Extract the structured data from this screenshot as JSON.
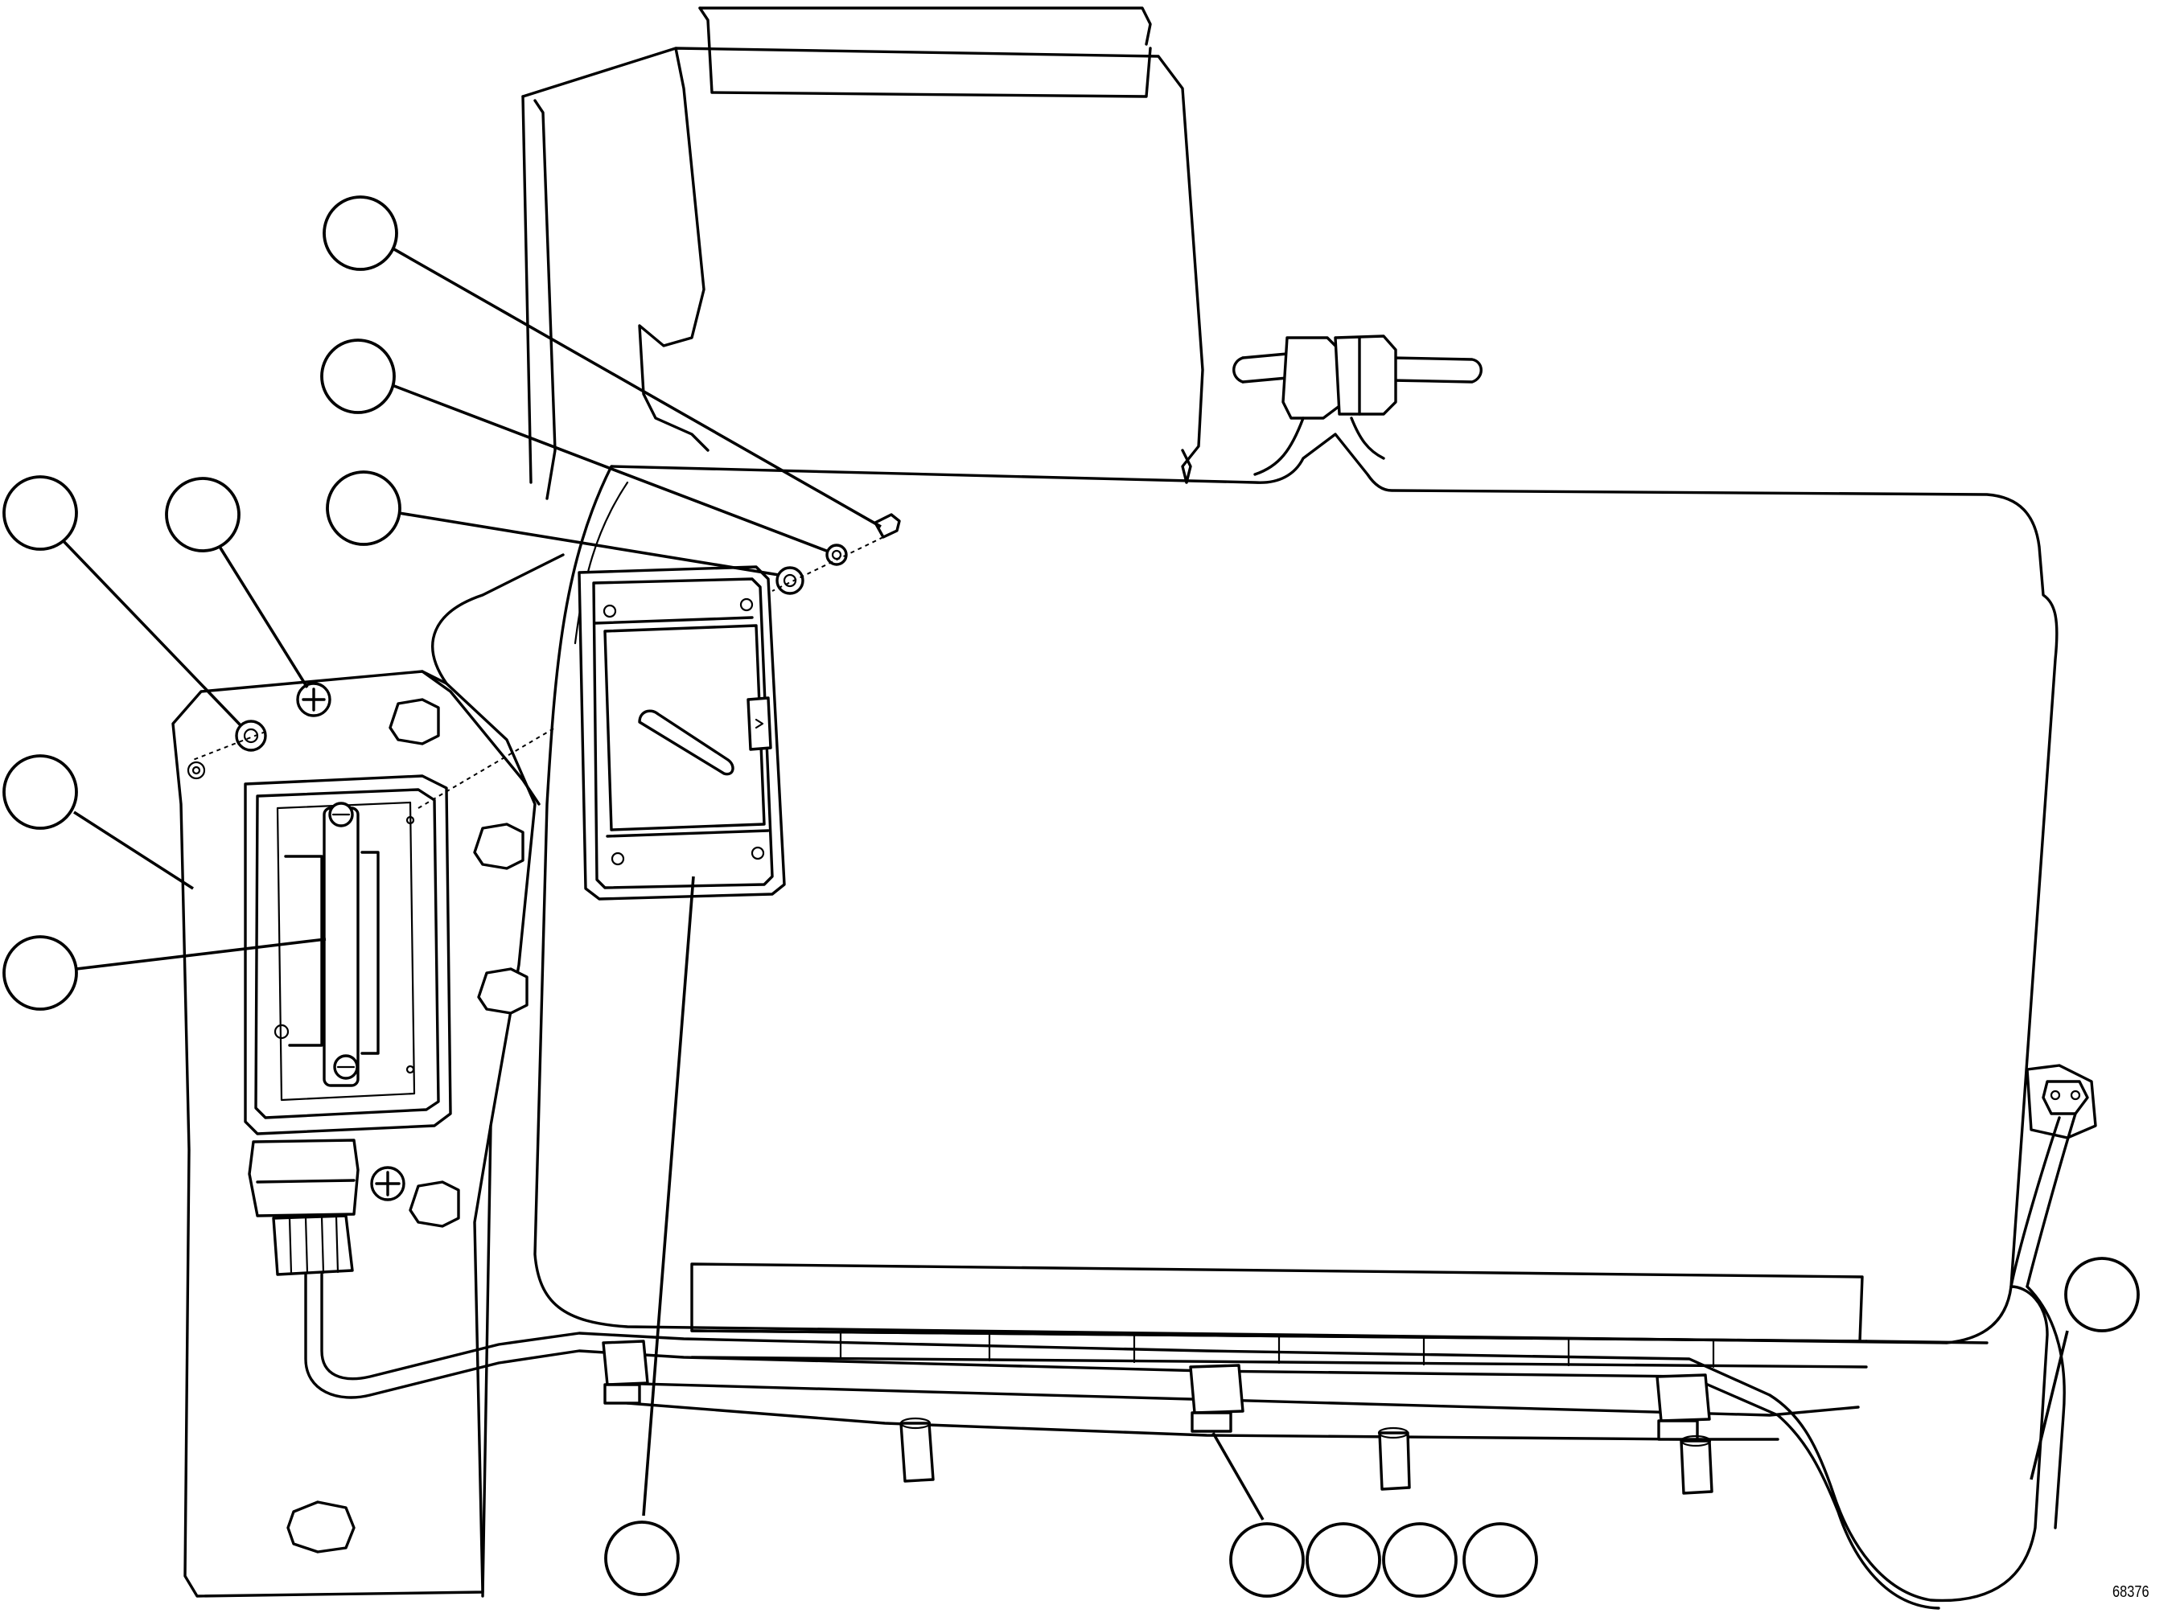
{
  "figure_number": "68376",
  "callouts": [
    {
      "id": "c-screw-upper",
      "label": ""
    },
    {
      "id": "c-lockwasher-upper",
      "label": ""
    },
    {
      "id": "c-washer-upper",
      "label": ""
    },
    {
      "id": "c-washer-left",
      "label": ""
    },
    {
      "id": "c-screw-left",
      "label": ""
    },
    {
      "id": "c-mount-plate",
      "label": ""
    },
    {
      "id": "c-element",
      "label": ""
    },
    {
      "id": "c-cover",
      "label": ""
    },
    {
      "id": "c-harness",
      "label": ""
    },
    {
      "id": "c-clamp-hardware-1",
      "label": ""
    },
    {
      "id": "c-clamp-hardware-2",
      "label": ""
    },
    {
      "id": "c-clamp-hardware-3",
      "label": ""
    },
    {
      "id": "c-clamp-hardware-4",
      "label": ""
    }
  ]
}
